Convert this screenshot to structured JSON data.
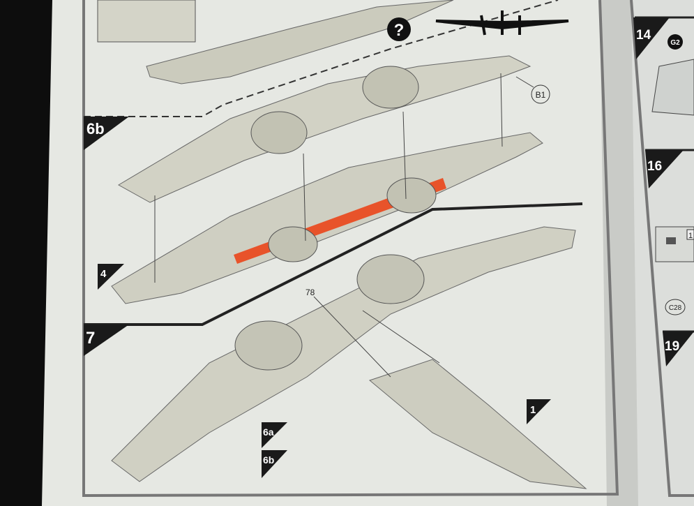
{
  "left_page": {
    "steps": [
      {
        "id": "6b",
        "label": "6b"
      },
      {
        "id": "4",
        "label": "4"
      },
      {
        "id": "7",
        "label": "7"
      },
      {
        "id": "6a-ref",
        "label": "6a"
      },
      {
        "id": "6b-ref",
        "label": "6b"
      },
      {
        "id": "1-ref",
        "label": "1"
      }
    ],
    "callouts": {
      "part_b1": "B1",
      "part_78": "78",
      "question": "?"
    },
    "colors": {
      "highlight": "#e8532a",
      "paper": "#e9ebe6",
      "part": "#cfcfc2"
    }
  },
  "right_page": {
    "steps": [
      {
        "id": "14",
        "label": "14"
      },
      {
        "id": "16",
        "label": "16"
      },
      {
        "id": "19",
        "label": "19"
      }
    ],
    "callouts": {
      "part_g2": "G2",
      "part_c28": "C28",
      "inset_number": "1"
    }
  }
}
